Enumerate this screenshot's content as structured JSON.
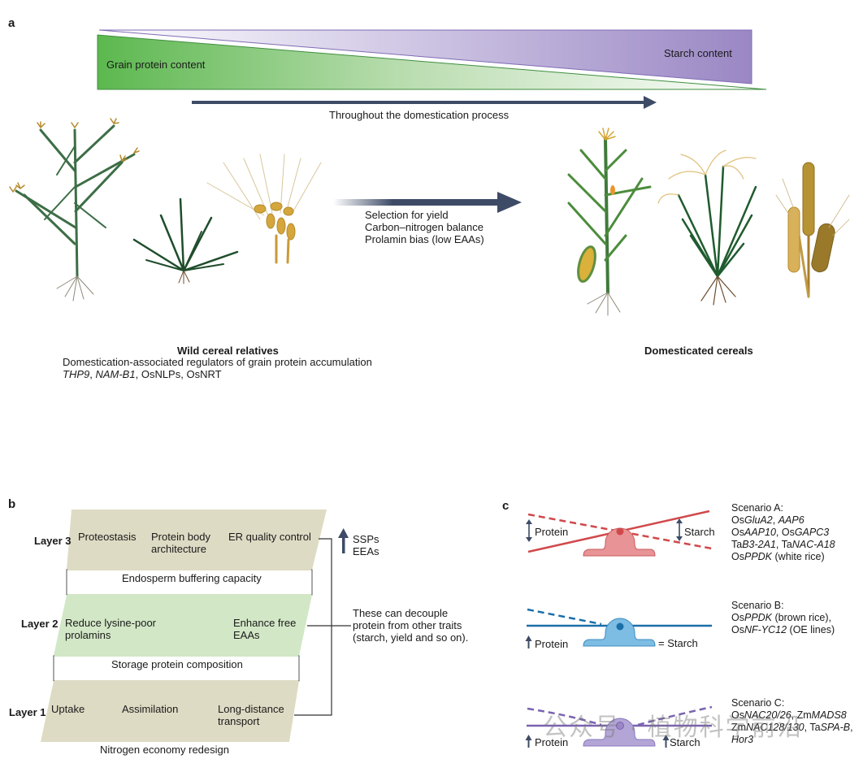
{
  "panel_a": {
    "label": "a",
    "gradient": {
      "protein_label": "Grain protein content",
      "starch_label": "Starch content",
      "protein_color": "#5cb84f",
      "starch_color": "#9a87c4"
    },
    "timeline_label": "Throughout the domestication process",
    "selection_lines": [
      "Selection for yield",
      "Carbon–nitrogen balance",
      "Prolamin bias (low EAAs)"
    ],
    "wild": {
      "title": "Wild cereal relatives",
      "subtitle": "Domestication-associated regulators of grain protein accumulation",
      "genes": [
        "THP9",
        "NAM-B1",
        "OsNLPs",
        "OsNRT"
      ]
    },
    "domesticated": {
      "title": "Domesticated cereals"
    },
    "plants_wild": [
      "teosinte-plant",
      "wild-rice-plant",
      "wild-wheat-spike"
    ],
    "plants_domesticated": [
      "maize-plant",
      "rice-plant",
      "wheat-barley-spikes"
    ]
  },
  "panel_b": {
    "label": "b",
    "layers": [
      {
        "name": "Layer 3",
        "items": [
          "Proteostasis",
          "Protein body architecture",
          "ER quality control"
        ],
        "caption": "Endosperm buffering capacity",
        "color": "#dedbc4"
      },
      {
        "name": "Layer 2",
        "items": [
          "Reduce lysine-poor prolamins",
          "Enhance free EAAs"
        ],
        "caption": "Storage protein composition",
        "color": "#d2e7c6"
      },
      {
        "name": "Layer 1",
        "items": [
          "Uptake",
          "Assimilation",
          "Long-distance transport"
        ],
        "caption": "Nitrogen economy redesign",
        "color": "#dedbc4"
      }
    ],
    "outcome": [
      "SSPs",
      "EEAs"
    ],
    "note": [
      "These can decouple",
      "protein from other traits",
      "(starch, yield and so on)."
    ]
  },
  "panel_c": {
    "label": "c",
    "scenarios": [
      {
        "title": "Scenario A:",
        "genes": [
          "OsGluA2, AAP6",
          "OsAAP10, OsGAPC3",
          "TaB3-2A1, TaNAC-A18",
          "OsPPDK (white rice)"
        ],
        "protein_label": "Protein",
        "starch_label": "Starch",
        "color": "#d0494c",
        "fill": "#e89496"
      },
      {
        "title": "Scenario B:",
        "genes": [
          "OsPPDK (brown rice),",
          "OsNF-YC12 (OE lines)"
        ],
        "protein_label": "Protein",
        "starch_label": "= Starch",
        "color": "#1a6fa8",
        "fill": "#7dbde4"
      },
      {
        "title": "Scenario C:",
        "genes": [
          "OsNAC20/26, ZmMADS8",
          "ZmNAC128/130, TaSPA-B,",
          "Hor3"
        ],
        "protein_label": "Protein",
        "starch_label": "Starch",
        "color": "#7a63b0",
        "fill": "#b3a5d6"
      }
    ]
  },
  "watermark": "公众号 · 植物科学前沿"
}
